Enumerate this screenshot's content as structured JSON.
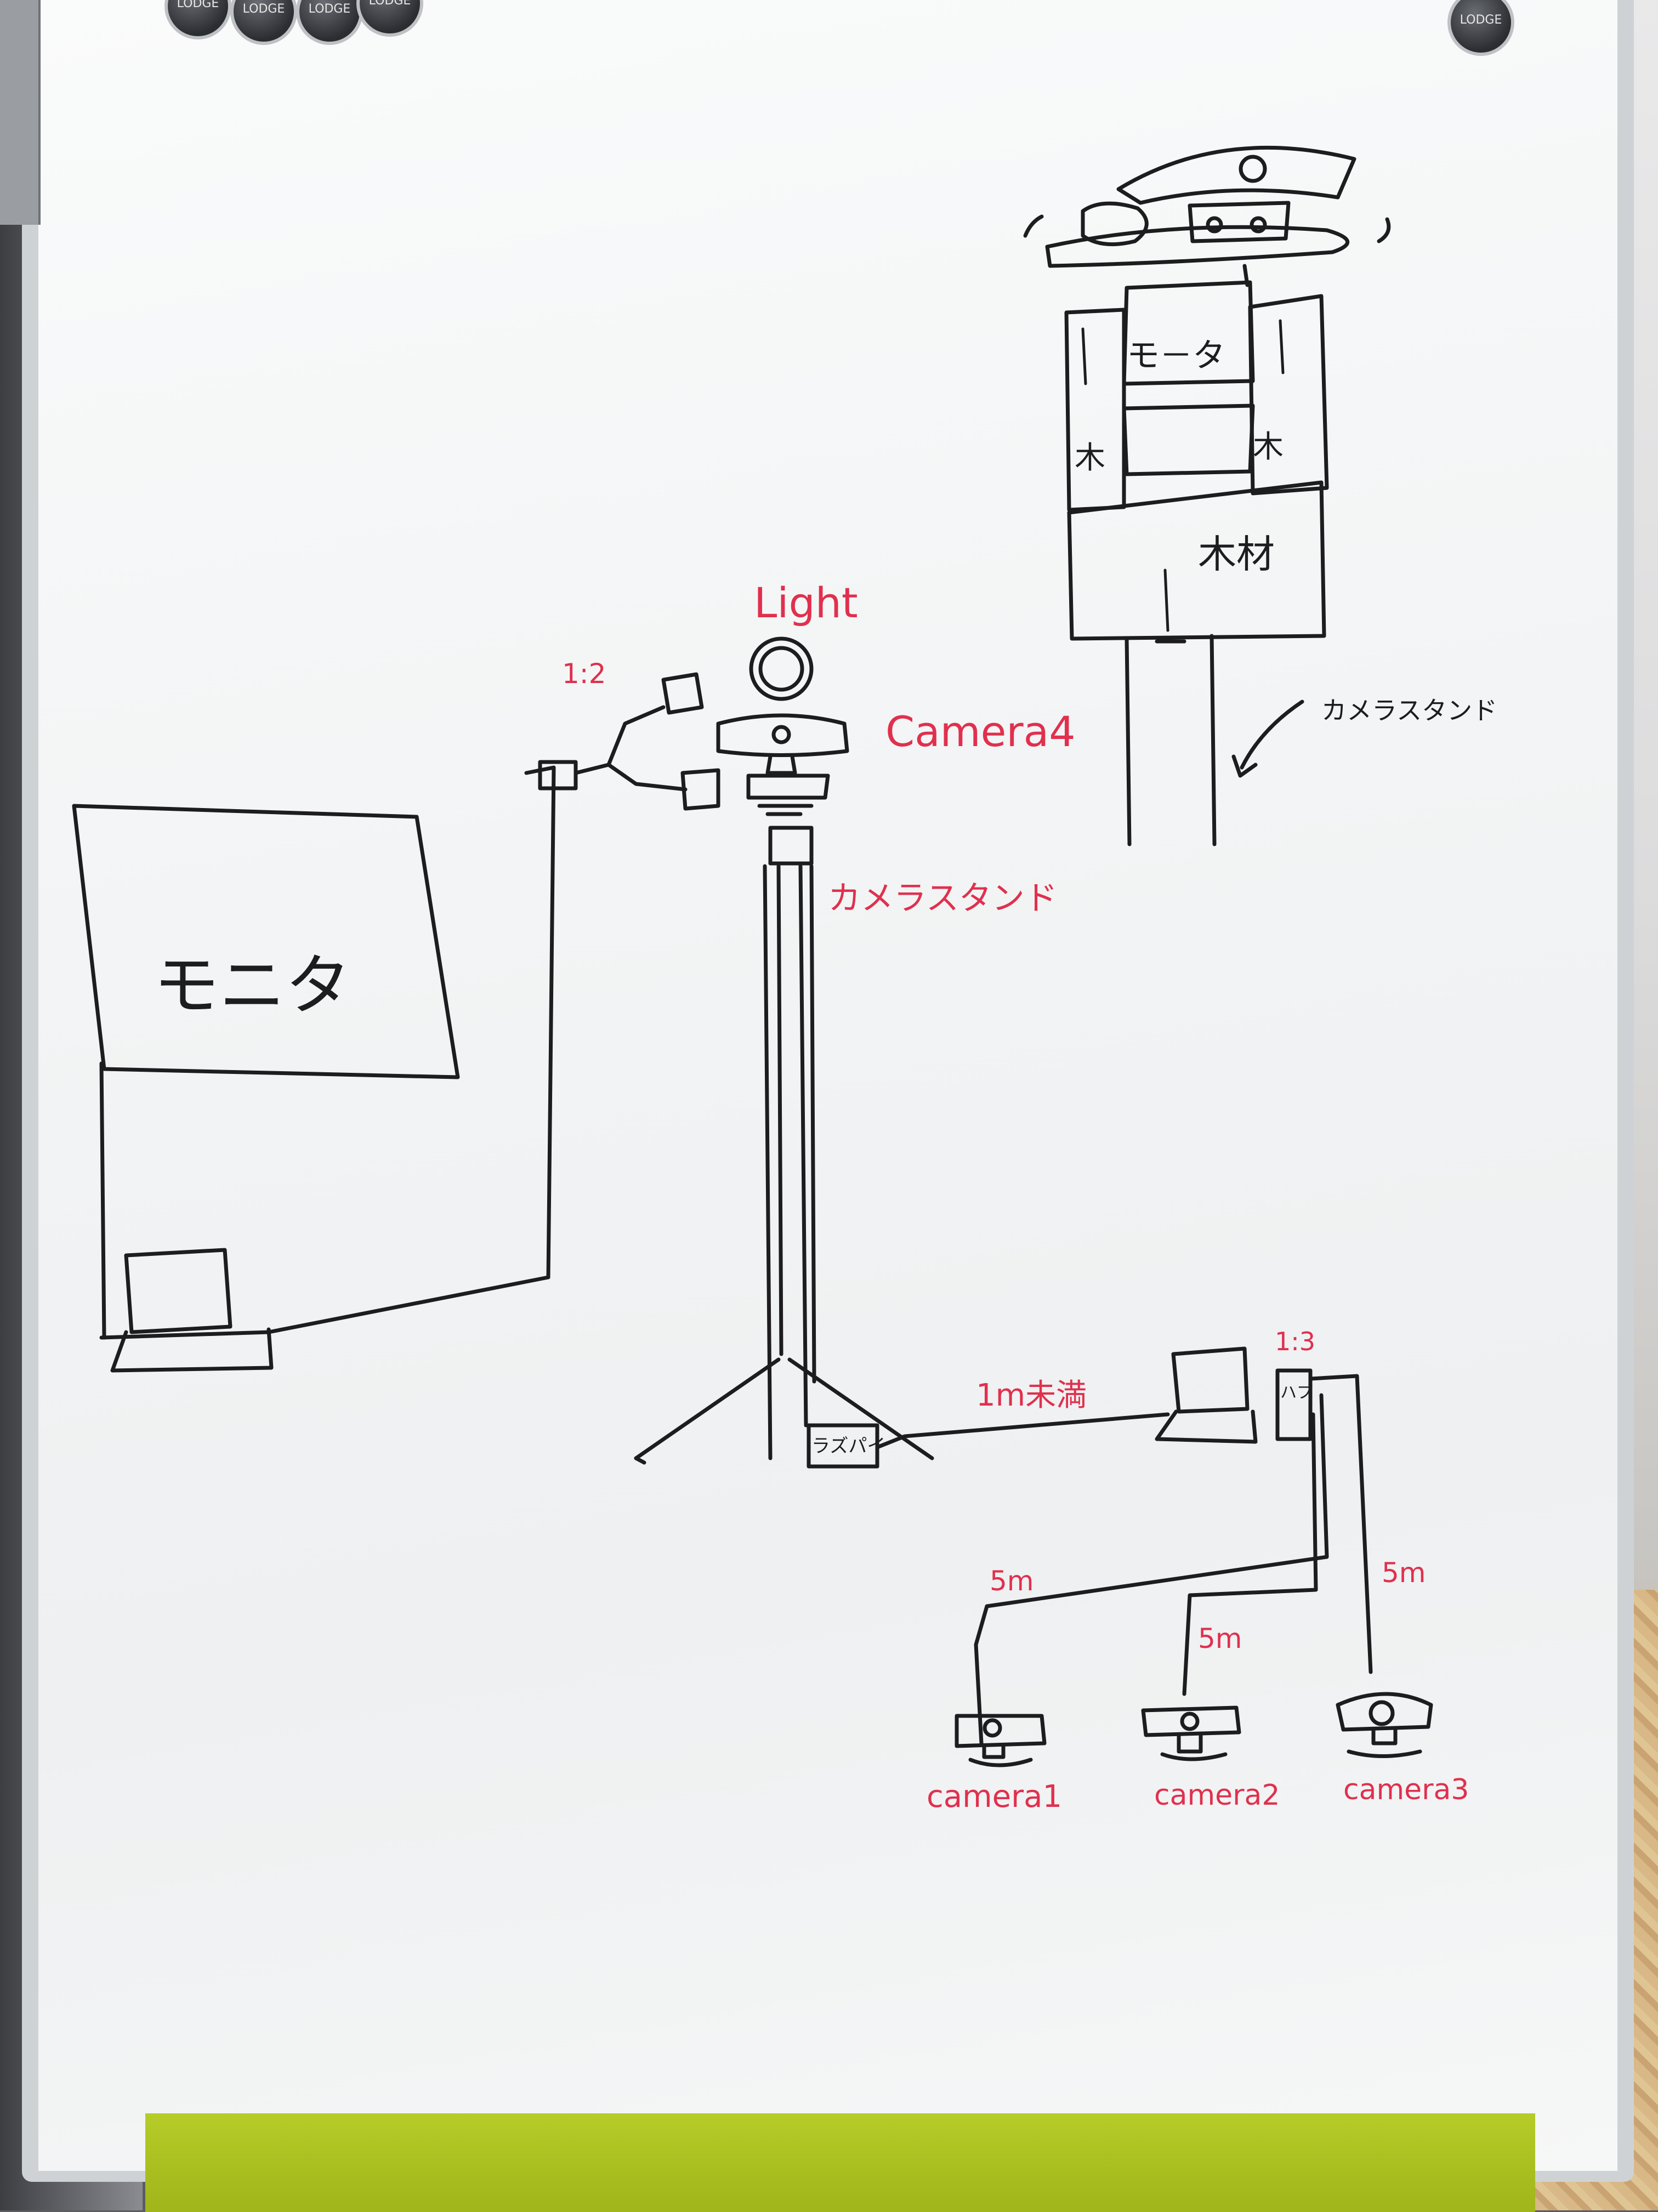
{
  "magnets": {
    "logo_text": "LODGE"
  },
  "labels": {
    "monitor": "モニタ",
    "motor": "モ－タ",
    "wood_left": "木",
    "wood_right": "木",
    "wood_block": "木材",
    "camera_stand_top": "カメラスタンド",
    "camera_stand_red": "カメラスタンド",
    "light": "Light",
    "camera4": "Camera4",
    "ratio_1_2": "1:2",
    "ratio_1_3": "1:3",
    "raspi": "ラズパイ",
    "hub": "ハブ",
    "cable_1m": "1m未満",
    "cable_5m_left": "5m",
    "cable_5m_middle": "5m",
    "cable_5m_right": "5m",
    "camera1": "camera1",
    "camera2": "camera2",
    "camera3": "camera3"
  },
  "colors": {
    "ink_black": "#1d1d1f",
    "ink_red": "#e0304e",
    "tray_green": "#a6bc1f",
    "board_white": "#f4f5f6"
  }
}
